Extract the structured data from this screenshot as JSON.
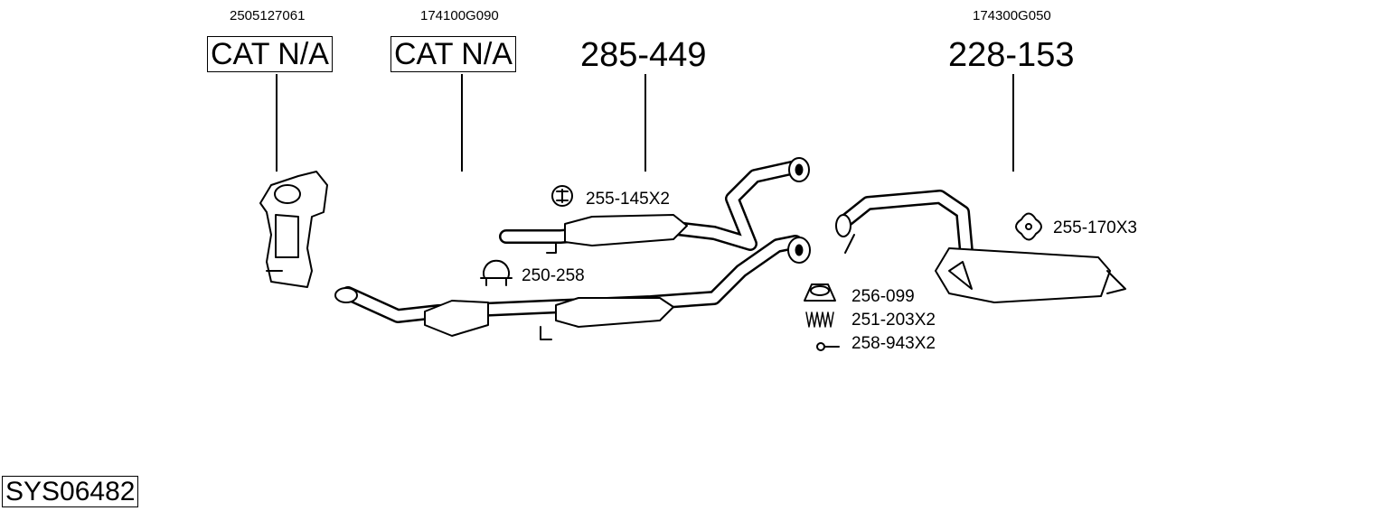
{
  "parts": [
    {
      "oe_number": "2505127061",
      "part_label": "CAT N/A"
    },
    {
      "oe_number": "174100G090",
      "part_label": "CAT N/A"
    },
    {
      "oe_number": "",
      "part_label": "285-449"
    },
    {
      "oe_number": "174300G050",
      "part_label": "228-153"
    }
  ],
  "accessories": [
    {
      "label": "255-145X2",
      "icon": "rubber-mount-icon"
    },
    {
      "label": "250-258",
      "icon": "clamp-icon"
    },
    {
      "label": "256-099",
      "icon": "gasket-ring-icon"
    },
    {
      "label": "251-203X2",
      "icon": "spring-icon"
    },
    {
      "label": "258-943X2",
      "icon": "bolt-icon"
    },
    {
      "label": "255-170X3",
      "icon": "rubber-mount-icon"
    }
  ],
  "system_id": "SYS06482"
}
